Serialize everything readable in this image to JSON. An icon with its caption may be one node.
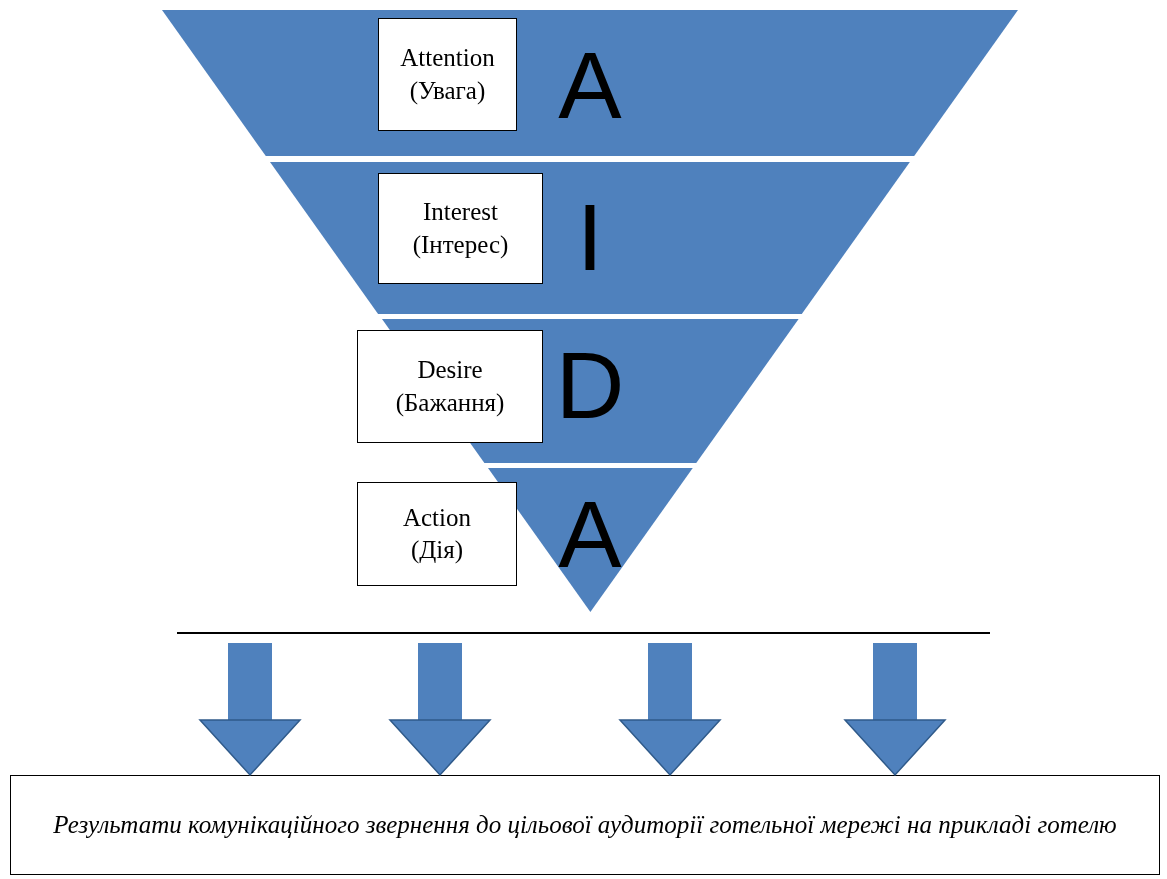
{
  "diagram": {
    "nodes": [
      {
        "text": [
          "A"
        ]
      },
      {
        "text": [
          "I"
        ]
      },
      {
        "text": [
          "D"
        ]
      },
      {
        "text": [
          "A"
        ]
      },
      {
        "text": [
          "Attention (Увага)"
        ],
        "in": 0
      },
      {
        "text": [
          "Interest (Інтерес)"
        ],
        "in": 1
      },
      {
        "text": [
          "Desire (Бажання)"
        ]
      },
      {
        "text": [
          "Action (Дія)"
        ]
      },
      {
        "text": [
          "Результати комунікаційного звернення до цільової аудиторії готельної мережі на прикладі готелю"
        ]
      }
    ],
    "edges": [
      {
        "from": null,
        "to": 8,
        "arrow": "to"
      },
      {
        "from": null,
        "to": 8,
        "arrow": "to"
      },
      {
        "from": null,
        "to": 8,
        "arrow": "to"
      },
      {
        "from": null,
        "to": 8,
        "arrow": "to"
      }
    ]
  }
}
